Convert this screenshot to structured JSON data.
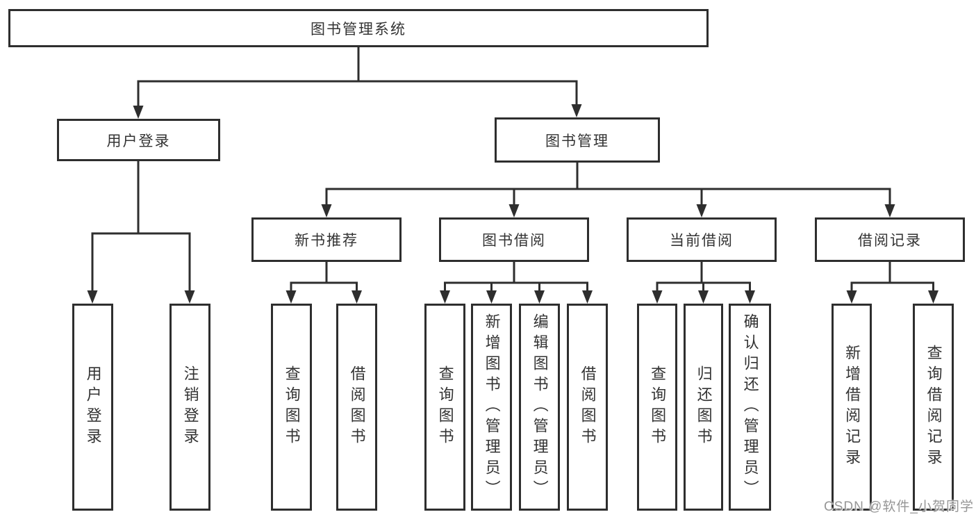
{
  "diagram": {
    "root": {
      "label": "图书管理系统"
    },
    "level1": [
      {
        "label": "用户登录"
      },
      {
        "label": "图书管理"
      }
    ],
    "level2": [
      {
        "label": "新书推荐"
      },
      {
        "label": "图书借阅"
      },
      {
        "label": "当前借阅"
      },
      {
        "label": "借阅记录"
      }
    ],
    "leaves": [
      {
        "label": "用户登录",
        "parent": "用户登录"
      },
      {
        "label": "注销登录",
        "parent": "用户登录"
      },
      {
        "label": "查询图书",
        "parent": "新书推荐"
      },
      {
        "label": "借阅图书",
        "parent": "新书推荐"
      },
      {
        "label": "查询图书",
        "parent": "图书借阅"
      },
      {
        "label": "新增图书（管理员）",
        "parent": "图书借阅"
      },
      {
        "label": "编辑图书（管理员）",
        "parent": "图书借阅"
      },
      {
        "label": "借阅图书",
        "parent": "图书借阅"
      },
      {
        "label": "查询图书",
        "parent": "当前借阅"
      },
      {
        "label": "归还图书",
        "parent": "当前借阅"
      },
      {
        "label": "确认归还（管理员）",
        "parent": "当前借阅"
      },
      {
        "label": "新增借阅记录",
        "parent": "借阅记录"
      },
      {
        "label": "查询借阅记录",
        "parent": "借阅记录"
      }
    ]
  },
  "watermark": {
    "text": "CSDN @软件_小贺同学"
  },
  "colors": {
    "line": "#2e2e2e",
    "border": "#2e2e2e",
    "text": "#333333",
    "background": "#ffffff",
    "watermark": "#969696"
  }
}
